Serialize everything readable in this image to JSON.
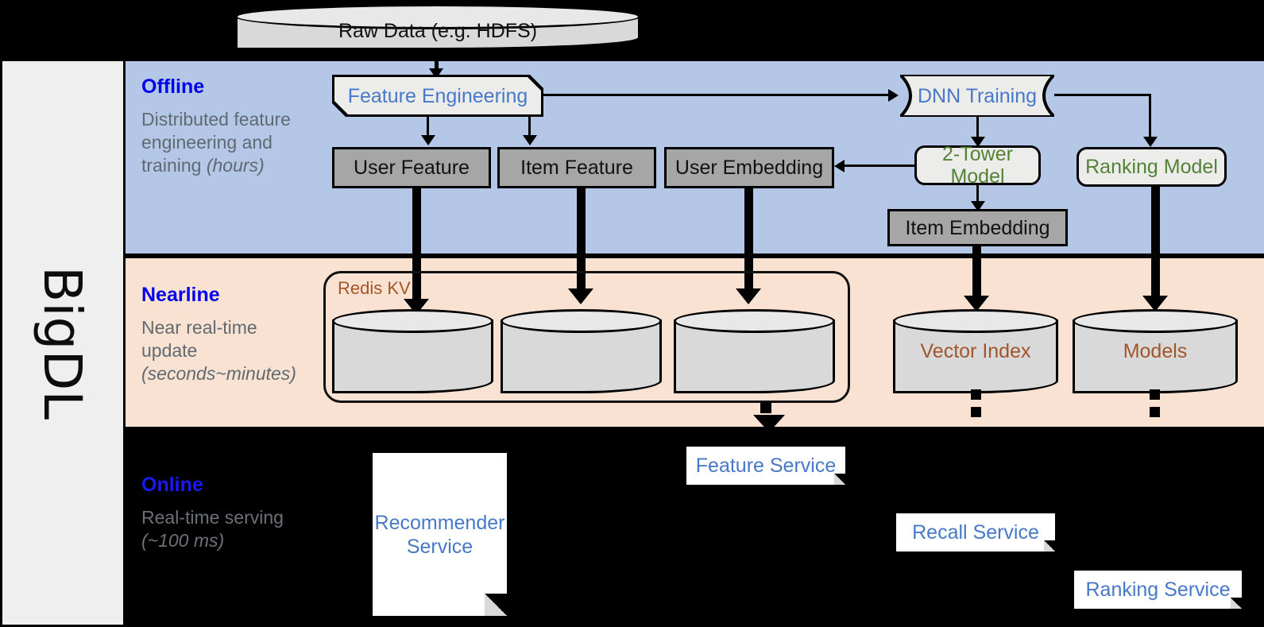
{
  "brand": {
    "name": "BigDL"
  },
  "bands": [
    {
      "key": "offline",
      "title": "Offline",
      "desc_main": "Distributed feature engineering and training ",
      "desc_em": "(hours)"
    },
    {
      "key": "nearline",
      "title": "Nearline",
      "desc_main": "Near real-time update ",
      "desc_em": "(seconds~minutes)"
    },
    {
      "key": "online",
      "title": "Online",
      "desc_main": "Real-time serving ",
      "desc_em": "(~100 ms)"
    }
  ],
  "source": {
    "label": "Raw Data (e.g. HDFS)"
  },
  "offline": {
    "feature_engineering": "Feature Engineering",
    "dnn_training": "DNN Training",
    "user_feature": "User Feature",
    "item_feature": "Item Feature",
    "user_embedding": "User Embedding",
    "two_tower_model": "2-Tower Model",
    "ranking_model": "Ranking Model",
    "item_embedding": "Item Embedding"
  },
  "nearline": {
    "redis_label": "Redis KV",
    "store_user_feature": "",
    "store_item_feature": "",
    "store_user_embedding": "",
    "vector_index": "Vector Index",
    "models": "Models"
  },
  "online": {
    "recommender_service": "Recommender Service",
    "feature_service": "Feature Service",
    "recall_service": "Recall Service",
    "ranking_service": "Ranking Service"
  },
  "colors": {
    "offline_band": "#b4c7e7",
    "nearline_band": "#fae2d2",
    "online_band": "#000000",
    "band_title": "#0000f0",
    "band_desc": "#5f6a72",
    "process_fill": "#ececeb",
    "data_fill": "#a6a6a6",
    "cylinder_fill": "#d9d9d9",
    "blue_text": "#4878c8",
    "green_text": "#548235",
    "brown_text": "#a1562a",
    "rail_fill": "#efefef"
  }
}
